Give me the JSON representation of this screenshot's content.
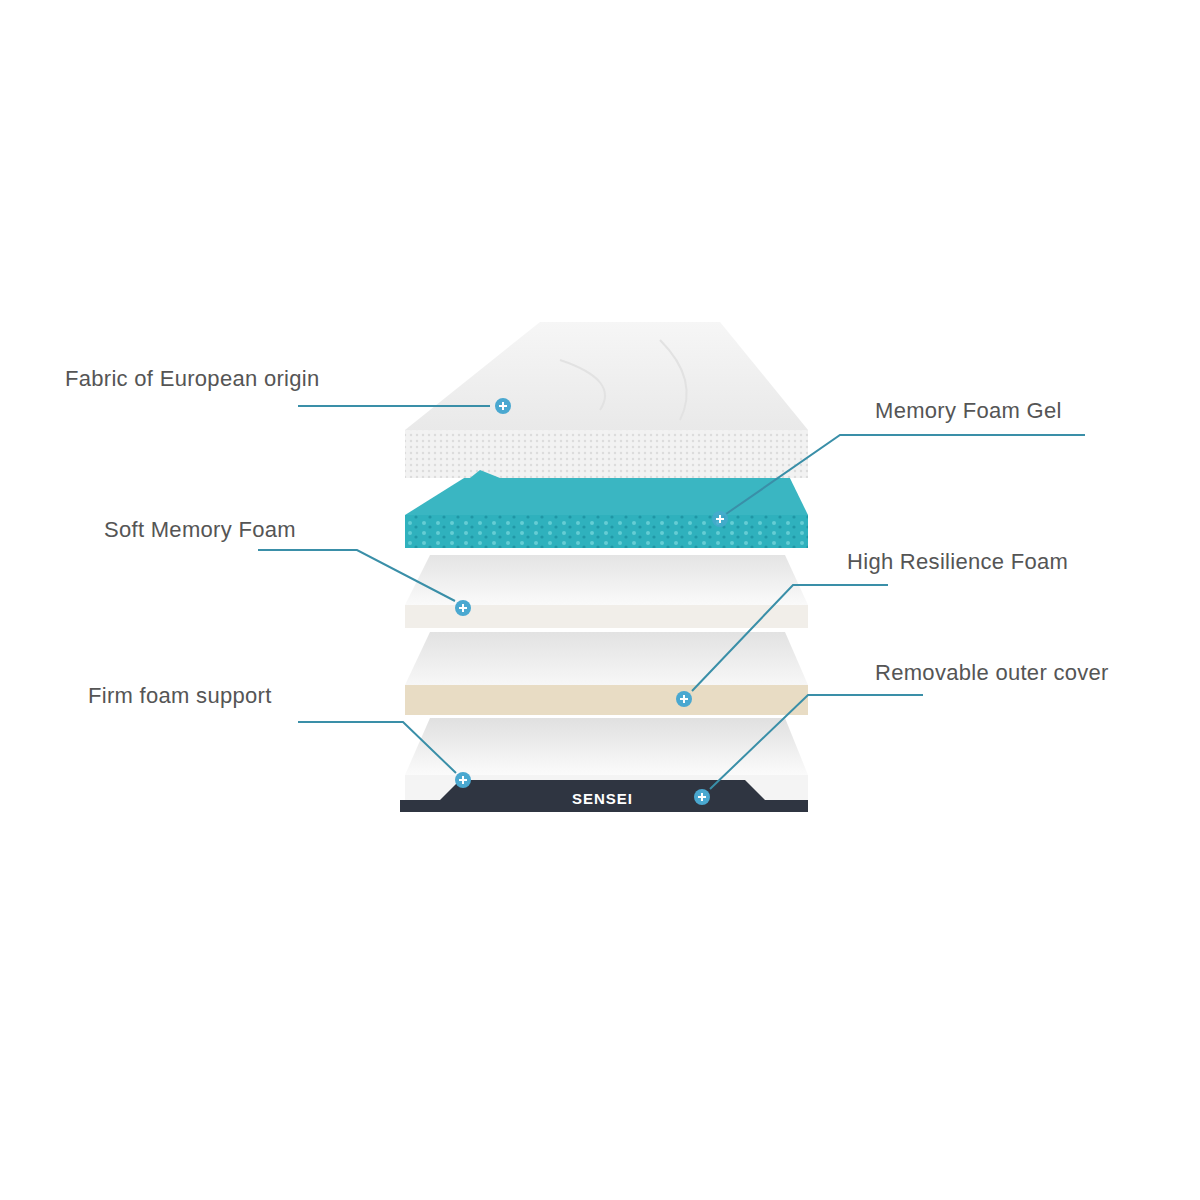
{
  "diagram": {
    "labels": [
      "Fabric of European origin",
      "Memory Foam Gel",
      "Soft Memory Foam",
      "High Resilience Foam",
      "Removable outer cover",
      "Firm foam support",
      "SENSEI"
    ]
  }
}
